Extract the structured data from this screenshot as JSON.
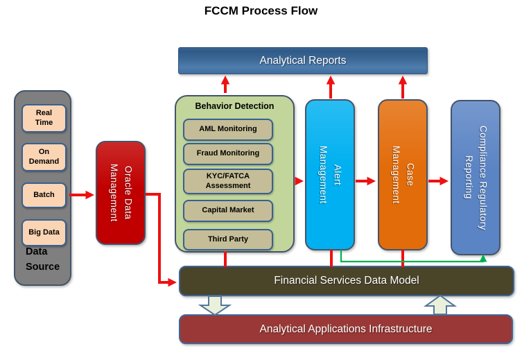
{
  "title": "FCCM Process Flow",
  "colors": {
    "arrow_red": "#ee1111",
    "arrow_green": "#00b050",
    "block_arrow_fill": "#eaf0da",
    "block_arrow_border": "#54779c",
    "data_source_fill": "#7f7f7f",
    "source_item_fill": "#fbd4b4",
    "odm_fill": "#c00000",
    "behavior_fill": "#c2d69b",
    "behavior_item_fill": "#c4bd97",
    "alert_fill": "#00b0f0",
    "case_fill": "#e36c0a",
    "crr_fill": "#5b84c4",
    "fsdm_fill": "#4a4429",
    "aai_fill": "#993836",
    "box_border": "#44546a",
    "inner_border": "#376092"
  },
  "data_source": {
    "label": "Data\nSource",
    "items": [
      "Real\nTime",
      "On\nDemand",
      "Batch",
      "Big Data"
    ]
  },
  "oracle_data_management": {
    "label": "Oracle Data\nManagement"
  },
  "analytical_reports": {
    "label": "Analytical Reports"
  },
  "behavior_detection": {
    "label": "Behavior Detection",
    "items": [
      "AML Monitoring",
      "Fraud Monitoring",
      "KYC/FATCA\nAssessment",
      "Capital Market",
      "Third Party"
    ]
  },
  "alert_management": {
    "label": "Alert\nManagement"
  },
  "case_management": {
    "label": "Case\nManagement"
  },
  "compliance_regulatory_reporting": {
    "label": "Compliance Regulatory\nReporting"
  },
  "financial_services_data_model": {
    "label": "Financial Services Data Model"
  },
  "analytical_applications_infrastructure": {
    "label": "Analytical Applications Infrastructure"
  }
}
